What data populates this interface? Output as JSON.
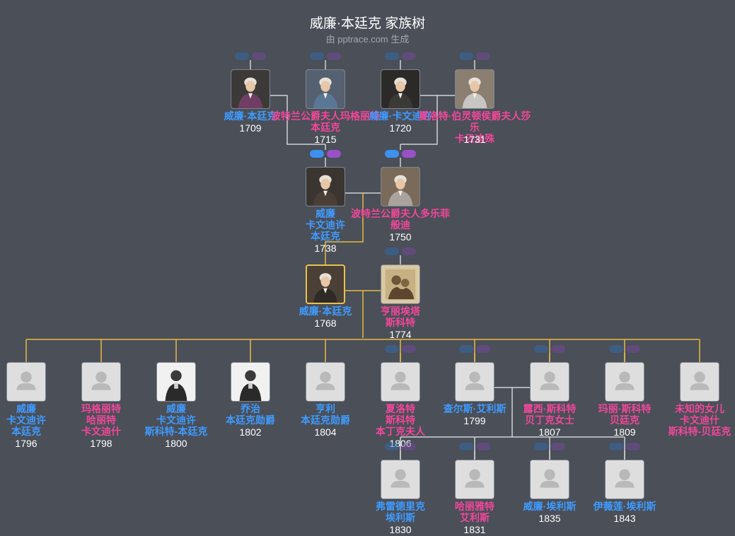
{
  "header": {
    "title": "威廉·本廷克 家族树",
    "subtitle": "由 pptrace.com 生成"
  },
  "people": [
    {
      "id": "p1",
      "name": "威廉·本廷克",
      "year": "1709",
      "gender": "m",
      "photo": "portrait"
    },
    {
      "id": "p2",
      "name": "波特兰公爵夫人玛格丽特\n本廷克",
      "year": "1715",
      "gender": "f",
      "photo": "portrait"
    },
    {
      "id": "p3",
      "name": "威廉·卡文迪许",
      "year": "1720",
      "gender": "m",
      "photo": "portrait"
    },
    {
      "id": "p4",
      "name": "夏洛特·伯灵顿侯爵夫人莎乐\n卡云迪殊",
      "year": "1731",
      "gender": "f",
      "photo": "portrait"
    },
    {
      "id": "p5",
      "name": "威廉\n卡文迪许\n本廷克",
      "year": "1738",
      "gender": "m",
      "photo": "portrait"
    },
    {
      "id": "p6",
      "name": "波特兰公爵夫人多乐菲\n般迪",
      "year": "1750",
      "gender": "f",
      "photo": "portrait"
    },
    {
      "id": "p7",
      "name": "威廉·本廷克",
      "year": "1768",
      "gender": "m",
      "photo": "portrait",
      "root": true
    },
    {
      "id": "p8",
      "name": "亨丽埃塔\n斯科特",
      "year": "1774",
      "gender": "f",
      "photo": "sepia"
    },
    {
      "id": "c1",
      "name": "威廉\n卡文迪许\n本廷克",
      "year": "1796",
      "gender": "m",
      "photo": "placeholder"
    },
    {
      "id": "c2",
      "name": "玛格丽特\n哈丽特\n卡文迪什",
      "year": "1798",
      "gender": "f",
      "photo": "placeholder"
    },
    {
      "id": "c3",
      "name": "威廉\n卡文迪许\n斯科特-本廷克",
      "year": "1800",
      "gender": "m",
      "photo": "sketch"
    },
    {
      "id": "c4",
      "name": "乔治\n本廷克勋爵",
      "year": "1802",
      "gender": "m",
      "photo": "sketch"
    },
    {
      "id": "c5",
      "name": "亨利\n本廷克勋爵",
      "year": "1804",
      "gender": "m",
      "photo": "placeholder"
    },
    {
      "id": "c6",
      "name": "夏洛特\n斯科特\n本丁克夫人",
      "year": "1806",
      "gender": "f",
      "photo": "placeholder"
    },
    {
      "id": "c7",
      "name": "查尔斯·艾利斯",
      "year": "1799",
      "gender": "m",
      "photo": "placeholder"
    },
    {
      "id": "c8",
      "name": "露西·斯科特\n贝丁克女士",
      "year": "1807",
      "gender": "f",
      "photo": "placeholder"
    },
    {
      "id": "c9",
      "name": "玛丽·斯科特\n贝廷克",
      "year": "1809",
      "gender": "f",
      "photo": "placeholder"
    },
    {
      "id": "c10",
      "name": "未知的女儿\n卡文迪什\n斯科特-贝廷克",
      "year": "",
      "gender": "f",
      "photo": "placeholder"
    },
    {
      "id": "g1",
      "name": "弗雷德里克\n埃利斯",
      "year": "1830",
      "gender": "m",
      "photo": "placeholder"
    },
    {
      "id": "g2",
      "name": "哈丽雅特\n艾利斯",
      "year": "1831",
      "gender": "f",
      "photo": "placeholder"
    },
    {
      "id": "g3",
      "name": "威廉·埃利斯",
      "year": "1835",
      "gender": "m",
      "photo": "placeholder"
    },
    {
      "id": "g4",
      "name": "伊薇莲·埃利斯",
      "year": "1843",
      "gender": "m",
      "photo": "placeholder"
    }
  ],
  "colors": {
    "background": "#4a4f58",
    "male_name": "#3f9bff",
    "female_name": "#f2479a",
    "descendant_line": "#e8b840",
    "ancestor_line": "#d0d3d8",
    "father_button": "#2f6eb5",
    "mother_button": "#7b4aa6"
  }
}
